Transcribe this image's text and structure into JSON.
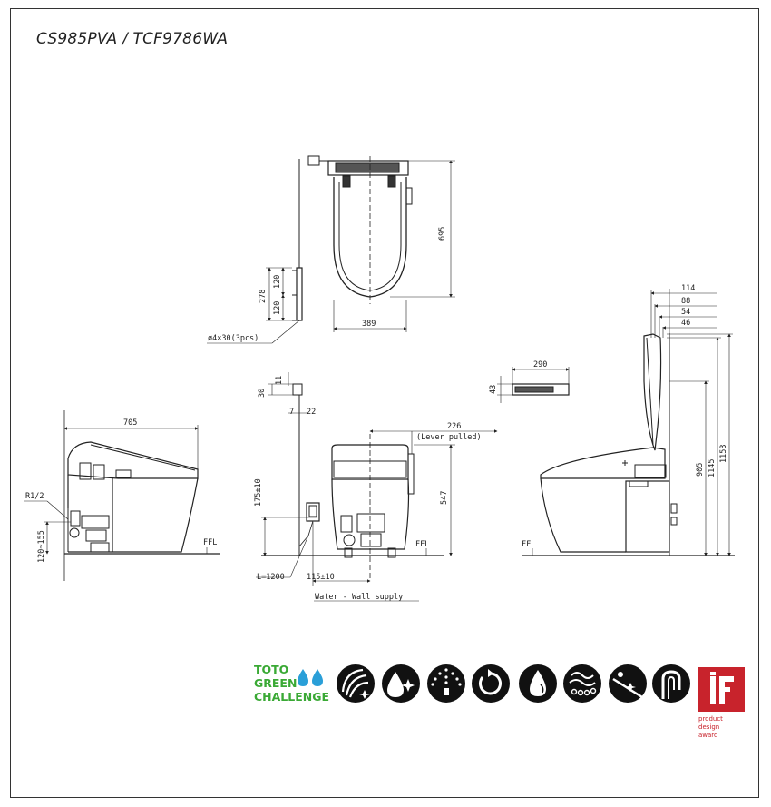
{
  "title": "CS985PVA / TCF9786WA",
  "dimensions": {
    "top_depth": "695",
    "top_width": "389",
    "wall_278": "278",
    "wall_120a": "120",
    "wall_120b": "120",
    "screws": "ø4×30(3pcs)",
    "side_length": "705",
    "r12": "R1/2",
    "supply_height_left": "120~155",
    "ffl_left": "FFL",
    "remote_30": "30",
    "remote_11": "11",
    "remote_7": "7",
    "remote_22": "22",
    "supply_175": "175±10",
    "lever_226": "226",
    "lever_note": "(Lever pulled)",
    "height_547": "547",
    "hose_length": "L=1200",
    "offset_115": "115±10",
    "ffl_front": "FFL",
    "supply_note": "Water - Wall supply",
    "remote_width": "290",
    "remote_height": "43",
    "d114": "114",
    "d88": "88",
    "d54": "54",
    "d46": "46",
    "h905": "905",
    "h1145": "1145",
    "h1153": "1153",
    "ffl_right": "FFL"
  },
  "green_challenge": {
    "line1": "TOTO",
    "line2": "GREEN",
    "line3": "CHALLENGE"
  },
  "feature_icons": [
    "cyclone-flush-icon",
    "clean-sparkle-icon",
    "shower-wash-icon",
    "auto-rotate-icon",
    "water-drop-icon",
    "ewater-wave-icon",
    "glaze-cleaning-icon",
    "no-rim-bowl-icon"
  ],
  "award": {
    "mark": "iF",
    "line1": "product",
    "line2": "design",
    "line3": "award",
    "color": "#c8232c"
  },
  "colors": {
    "line": "#222222",
    "green": "#3aa935",
    "drops": "#2a9fd8"
  }
}
